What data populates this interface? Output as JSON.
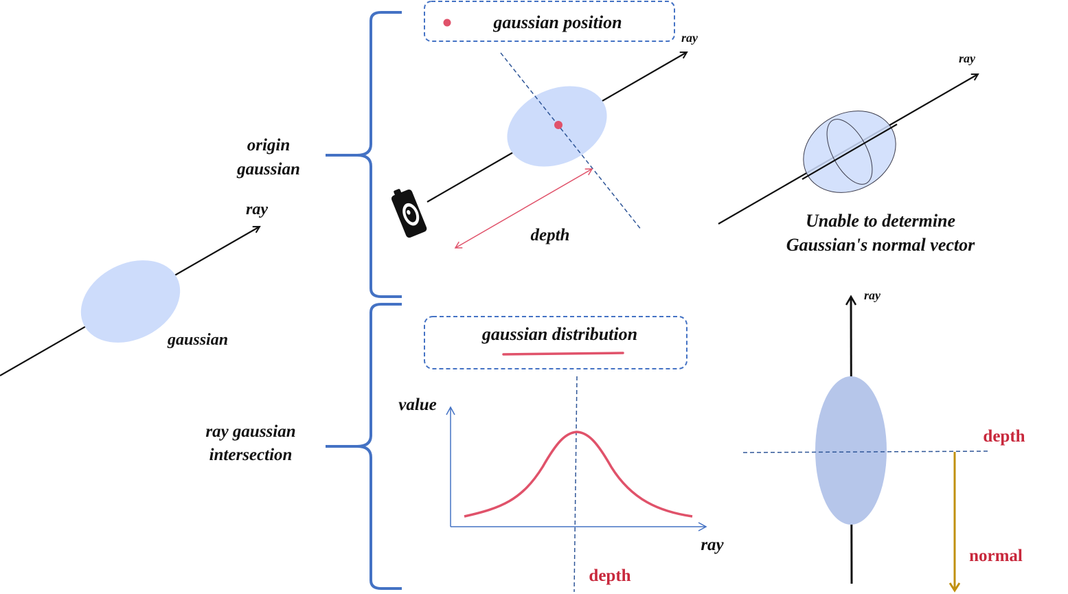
{
  "labels": {
    "left_ray": "ray",
    "left_gaussian": "gaussian",
    "origin_gaussian_line1": "origin",
    "origin_gaussian_line2": "gaussian",
    "ray_gaussian_intersection_line1": "ray gaussian",
    "ray_gaussian_intersection_line2": "intersection",
    "gaussian_position": "gaussian position",
    "top_ray": "ray",
    "depth_top": "depth",
    "right_ray_top": "ray",
    "normal_msg_line1": "Unable to determine",
    "normal_msg_line2": "Gaussian's normal vector",
    "gaussian_distribution": "gaussian distribution",
    "value_axis": "value",
    "ray_axis": "ray",
    "depth_bottom": "depth",
    "right_ray_bottom": "ray",
    "depth_right": "depth",
    "normal": "normal"
  },
  "colors": {
    "gaussian_fill": "#cddcfb",
    "gaussian_dark_fill": "#b6c6ea",
    "bracket": "#4472c4",
    "dashed_box": "#4472c4",
    "red_accent": "#e0526a",
    "normal_arrow": "#c09010",
    "dark_red_text": "#c8283c"
  },
  "icons": {
    "camera": "camera-icon"
  }
}
